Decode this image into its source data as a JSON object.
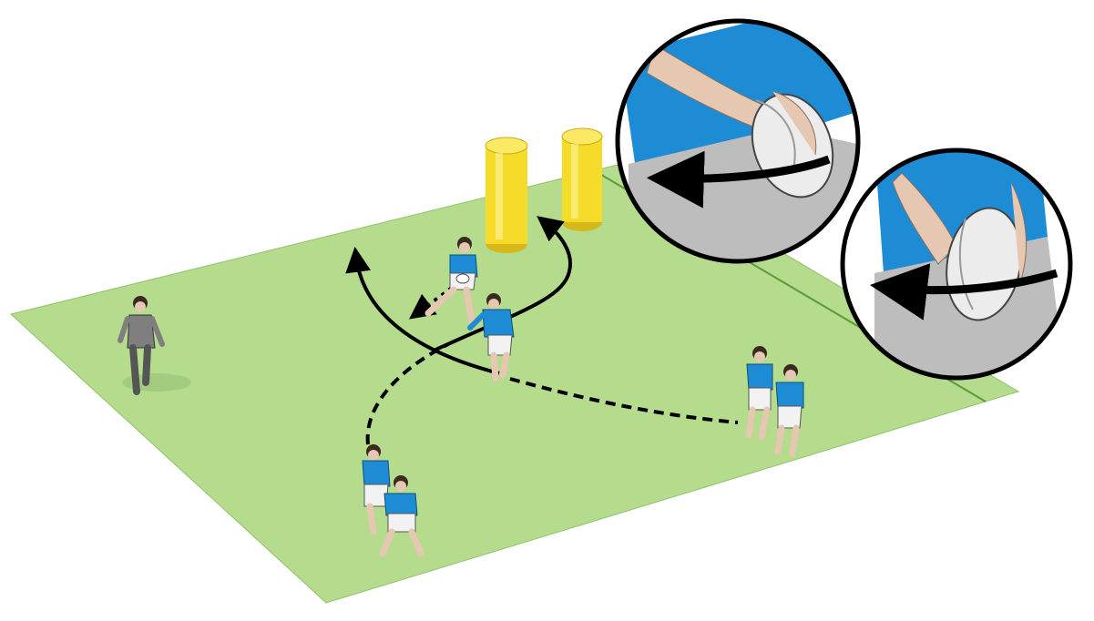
{
  "diagram": {
    "kind": "rugby-drill-illustration",
    "colors": {
      "pitch": "#b4dc8c",
      "pitch_line": "#5e9a3a",
      "jersey": "#1e8cd4",
      "shorts": "#f2f2f2",
      "referee": "#7f7f7f",
      "tackle_bag": "#f6dc2a",
      "arrow": "#000000",
      "skin": "#e6c7b1",
      "inset_border": "#000000"
    },
    "objects": {
      "tackle_bags": 2,
      "players": 7,
      "referees": 1,
      "run_arrows": 2,
      "pass_lines": 3,
      "insets": 2
    },
    "insets": [
      {
        "subject": "hands-gripping-ball",
        "arrow_direction": "left"
      },
      {
        "subject": "ball-tucked-at-hip",
        "arrow_direction": "left"
      }
    ]
  }
}
